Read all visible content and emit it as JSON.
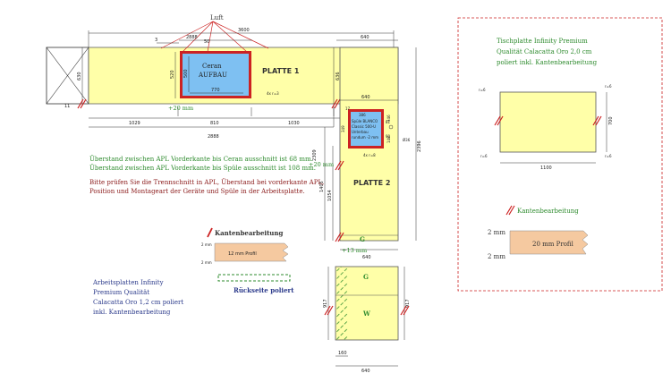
{
  "colors": {
    "plate": "#ffffa8",
    "cutout": "#7ec0f2",
    "edge": "#cc2222",
    "profile": "#f5c9a0",
    "green_text": "#2e8b2e",
    "red_text": "#8b1a1a",
    "blue_text": "#2b3a8b",
    "dim_line": "#333333"
  },
  "top": {
    "luft": "Luft",
    "d3600": "3600",
    "d2888": "2888",
    "d3": "3",
    "d640a": "640",
    "d630": "630",
    "d11": "11",
    "d50": "50",
    "ceran": {
      "line1": "Ceran",
      "line2": "AUFBAU",
      "w": "770",
      "h": "500",
      "h2": "520"
    },
    "platte1": "PLATTE 1",
    "r3a": "4x r=3",
    "d20mm": "+20 mm",
    "d1029": "1029",
    "d810": "810",
    "d1030": "1030",
    "d2888b": "2888",
    "d636": "636",
    "d2309": "2309"
  },
  "sink": {
    "w640": "640",
    "d386": "386",
    "text": [
      "Spüle BLANCO",
      "Classic 500-U",
      "Unterbau",
      "rundum -2 mm"
    ],
    "d81": "81",
    "d90": "90",
    "d349": "349",
    "d17": "17",
    "d346": "346",
    "d148": "148",
    "r8": "4x r=8",
    "d36": "Ø36",
    "d1054": "1054",
    "d1405": "1405",
    "d2396": "2396",
    "d20mm": "+20 mm",
    "platte2": "PLATTE 2",
    "g": "G",
    "d13mm": "+13 mm",
    "d640b": "640"
  },
  "notes": {
    "green1": "Überstand zwischen APL Vorderkante bis Ceran ausschnitt ist 68 mm.",
    "green2": "Überstand zwischen APL Vorderkante bis Spüle ausschnitt ist 108 mm.",
    "red1": "Bitte prüfen Sie die Trennschnitt in APL, Überstand bei vorderkante APL,",
    "red2": "Position und Montageart der Geräte und Spüle in der Arbeitsplatte."
  },
  "legend": {
    "kanten": "Kantenbearbeitung",
    "mm2a": "2 mm",
    "mm2b": "2 mm",
    "profil": "12 mm Profil",
    "rueck": "Rückseite poliert"
  },
  "material": {
    "l1": "Arbeitsplatten Infinity",
    "l2": "Premium Qualität",
    "l3": "Calacatta Oro 1,2 cm poliert",
    "l4": "inkl. Kantenbearbeitung"
  },
  "bottom": {
    "g": "G",
    "w": "W",
    "d917a": "917",
    "d917b": "917",
    "d160": "160",
    "d640": "640"
  },
  "right": {
    "t1": "Tischplatte Infinity Premium",
    "t2": "Qualität Calacatta Oro 2,0 cm",
    "t3": "poliert inkl. Kantenbearbeitung",
    "r6a": "r=6",
    "r6b": "r=6",
    "r6c": "r=6",
    "r6d": "r=6",
    "d700": "700",
    "d1100": "1100",
    "kanten": "Kantenbearbeitung",
    "mm2a": "2 mm",
    "mm2b": "2 mm",
    "profil": "20 mm Profil"
  }
}
